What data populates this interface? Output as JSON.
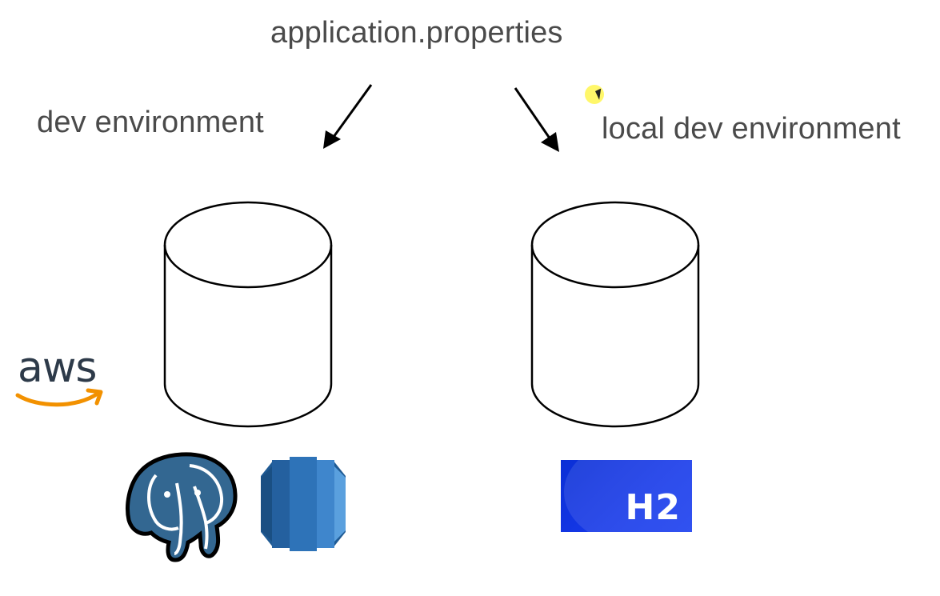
{
  "diagram": {
    "title": "application.properties",
    "left": {
      "environment_label": "dev environment",
      "logos": [
        "aws-logo",
        "postgresql-logo",
        "amazon-rds-logo"
      ],
      "aws_text": "aws"
    },
    "right": {
      "environment_label": "local dev environment",
      "logos": [
        "h2-logo"
      ],
      "h2_text": "H2"
    }
  },
  "colors": {
    "text": "#4a4a4a",
    "stroke": "#000000",
    "aws_smile": "#f29100",
    "postgres_blue": "#336791",
    "rds_blue": "#2e73b8",
    "h2_blue": "#0a2fd6"
  }
}
